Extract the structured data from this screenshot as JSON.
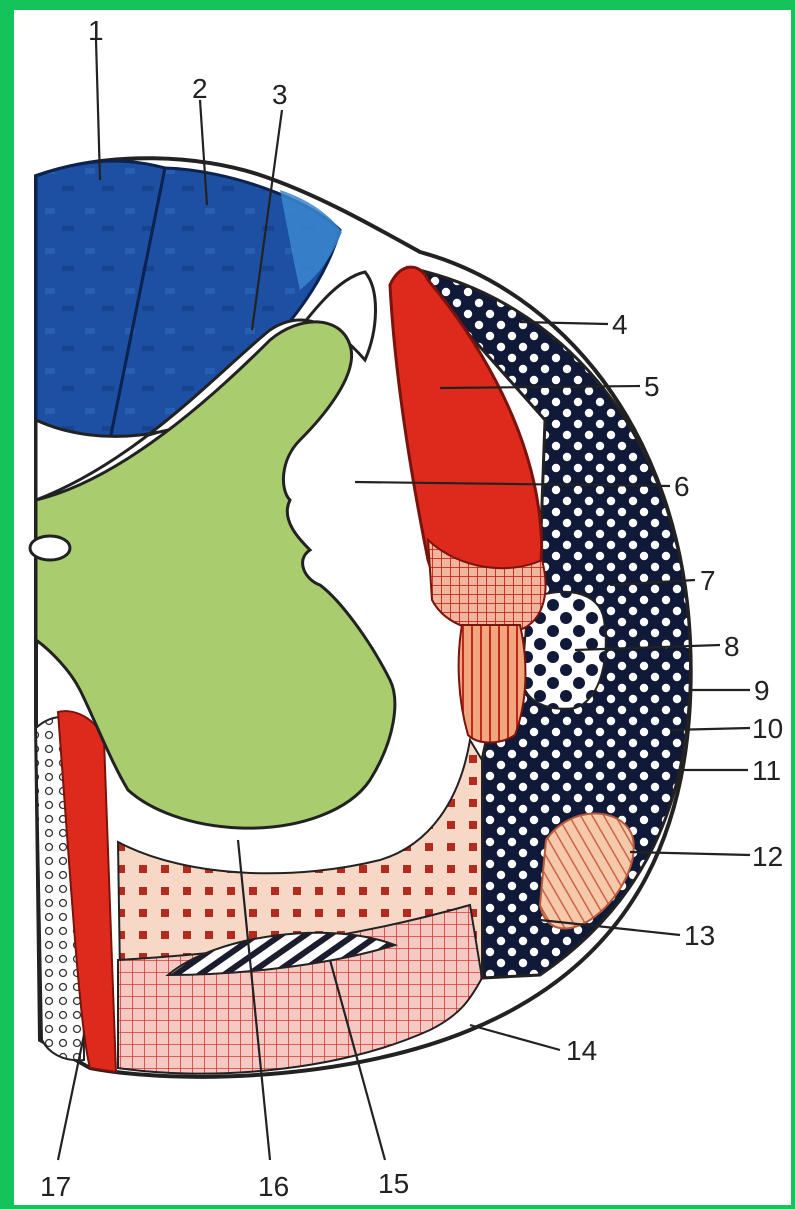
{
  "colors": {
    "frame": "#14c45a",
    "posterior_columns": "#1a4fa0",
    "gray_matter": "#a9cc6e",
    "red_tract": "#dd2a1c",
    "dark_dotted": "#101a38",
    "light_pink": "#f7d8c6",
    "pink_grid": "#f2b7b3"
  },
  "labels": [
    "1",
    "2",
    "3",
    "4",
    "5",
    "6",
    "7",
    "8",
    "9",
    "10",
    "11",
    "12",
    "13",
    "14",
    "15",
    "16",
    "17"
  ]
}
